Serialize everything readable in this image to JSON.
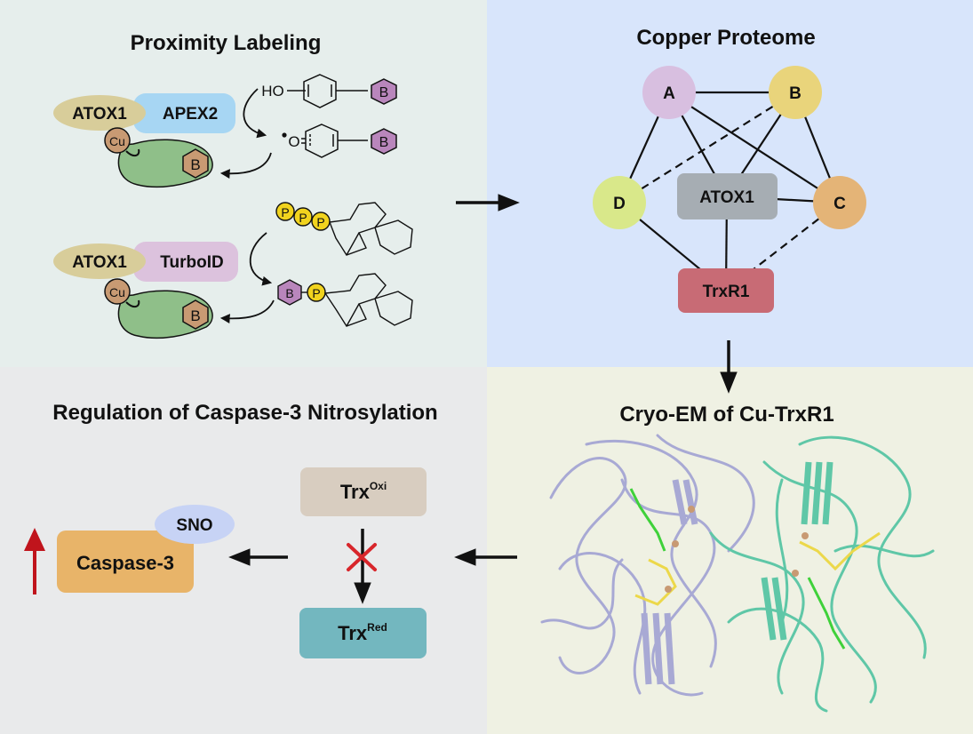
{
  "colors": {
    "panel_proximity": "#e6eeec",
    "panel_proteome": "#d8e5fb",
    "panel_cryoem": "#eff1e3",
    "panel_regulation": "#e9eaeb",
    "atox1_ellipse": "#d8cd9a",
    "apex2": "#a7d6f3",
    "turboid": "#dcc2dd",
    "biotin": "#b986bc",
    "phosphate": "#f1d31e",
    "copper": "#c89a73",
    "substrate_protein": "#8fbf89",
    "node_a": "#d8bfe0",
    "node_b": "#e9d47b",
    "node_c": "#e4b477",
    "node_d": "#d9e88a",
    "atox1_box": "#a6adb3",
    "trxr1_box": "#c86b75",
    "trx_oxi": "#d8cdc0",
    "trx_red": "#73b7bf",
    "caspase3": "#e8b469",
    "sno": "#c7d3f5",
    "up_arrow": "#c0141c",
    "block_x": "#d8262b",
    "chain_1": "#a8a9d4",
    "chain_2": "#5fc7a7",
    "ligand_green": "#3fd13a",
    "ligand_yellow": "#ecd84a"
  },
  "proximity_labeling": {
    "title": "Proximity Labeling",
    "apex_row": {
      "bait": "ATOX1",
      "enzyme": "APEX2",
      "copper": "Cu",
      "tag": "B",
      "reagent_ho": "HO",
      "radical_o": "O"
    },
    "turbo_row": {
      "bait": "ATOX1",
      "enzyme": "TurboID",
      "copper": "Cu",
      "tag": "B",
      "phosphate": "P"
    }
  },
  "copper_proteome": {
    "title": "Copper Proteome",
    "nodes": {
      "a": "A",
      "b": "B",
      "c": "C",
      "d": "D",
      "atox1": "ATOX1",
      "trxr1": "TrxR1"
    }
  },
  "cryo_em": {
    "title": "Cryo-EM of Cu-TrxR1"
  },
  "regulation": {
    "title": "Regulation of Caspase-3 Nitrosylation",
    "trx_oxi": {
      "base": "Trx",
      "sup": "Oxi"
    },
    "trx_red": {
      "base": "Trx",
      "sup": "Red"
    },
    "caspase": "Caspase-3",
    "sno": "SNO"
  }
}
